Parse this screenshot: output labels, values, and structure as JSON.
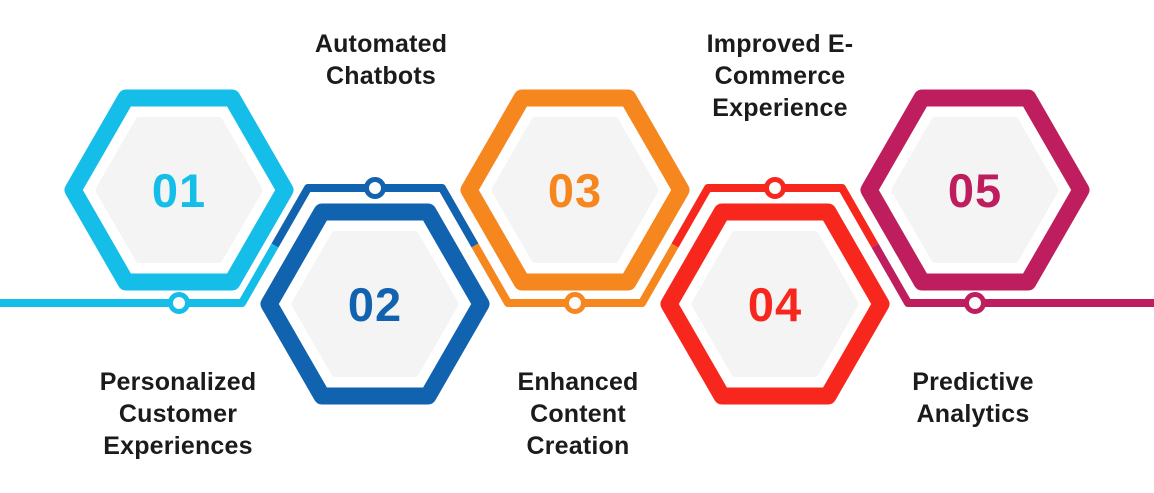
{
  "diagram": {
    "type": "hexagon-process-timeline",
    "background_color": "#ffffff",
    "inner_hexagon_fill": "#f4f4f5",
    "node_fill": "#fbfbfb",
    "label_color": "#1b1b1b",
    "steps": [
      {
        "number": "01",
        "label": "Personalized\nCustomer\nExperiences",
        "color": "#15bde9",
        "label_position": "bottom"
      },
      {
        "number": "02",
        "label": "Automated\nChatbots",
        "color": "#1162af",
        "label_position": "top"
      },
      {
        "number": "03",
        "label": "Enhanced\nContent\nCreation",
        "color": "#f6861e",
        "label_position": "bottom"
      },
      {
        "number": "04",
        "label": "Improved E-\nCommerce\nExperience",
        "color": "#f8271d",
        "label_position": "top"
      },
      {
        "number": "05",
        "label": "Predictive\nAnalytics",
        "color": "#bf1e5e",
        "label_position": "bottom"
      }
    ]
  }
}
